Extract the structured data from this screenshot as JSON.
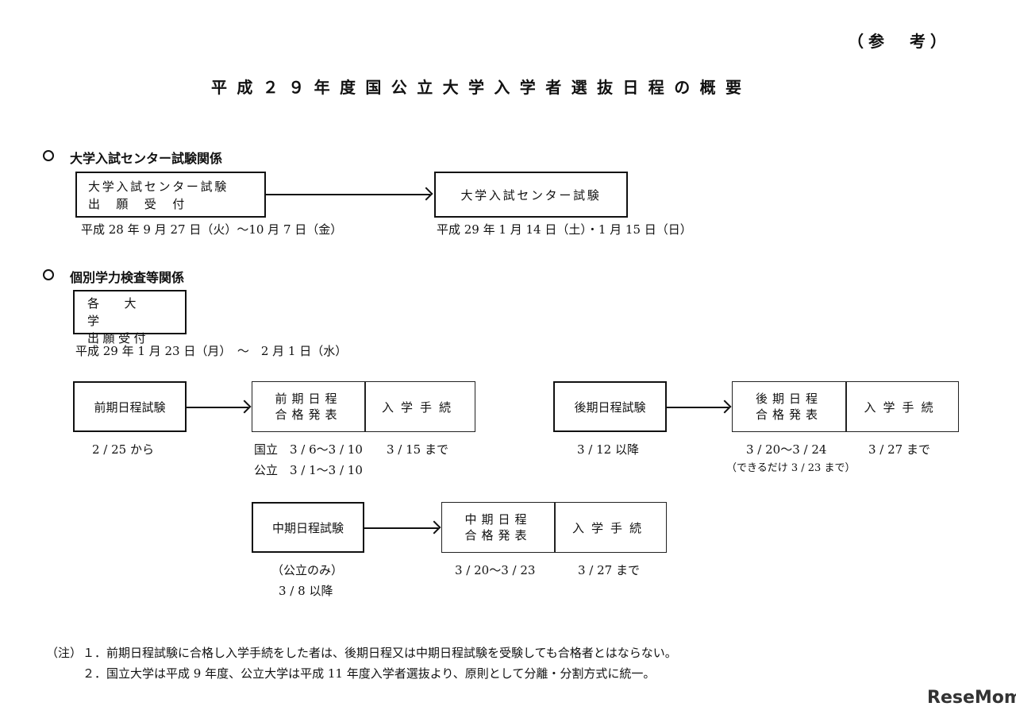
{
  "header": {
    "reference_tag": "（参　考）",
    "title": "平成２９年度国公立大学入学者選抜日程の概要"
  },
  "section1": {
    "heading": "大学入試センター試験関係",
    "application_box": {
      "line1": "大学入試センター試験",
      "line2": "出　願　受　付"
    },
    "application_date": "平成 28 年 9 月 27 日（火）～10 月 7 日（金）",
    "exam_box": {
      "label": "大学入試センター試験"
    },
    "exam_date": "平成 29 年 1 月 14 日（土）・1 月 15 日（日）"
  },
  "section2": {
    "heading": "個別学力検査等関係",
    "application_box": {
      "line1": "各　大　学",
      "line2": "出願受付"
    },
    "application_date": "平成 29 年 1 月 23 日（月）　～　2 月 1 日（水）",
    "early": {
      "exam_label": "前期日程試験",
      "exam_date": "2 / 25 から",
      "result_line1": "前期日程",
      "result_line2": "合格発表",
      "enroll_label": "入学手続",
      "result_date_national": "国立　3 / 6～3 / 10",
      "result_date_public": "公立　3 / 1～3 / 10",
      "enroll_date": "3 / 15 まで"
    },
    "late": {
      "exam_label": "後期日程試験",
      "exam_date": "3 / 12 以降",
      "result_line1": "後期日程",
      "result_line2": "合格発表",
      "enroll_label": "入学手続",
      "result_date": "3 / 20～3 / 24",
      "result_note": "（できるだけ 3 / 23 まで）",
      "enroll_date": "3 / 27 まで"
    },
    "middle": {
      "exam_label": "中期日程試験",
      "exam_note": "（公立のみ）",
      "exam_date": "3 / 8 以降",
      "result_line1": "中期日程",
      "result_line2": "合格発表",
      "enroll_label": "入学手続",
      "result_date": "3 / 20～3 / 23",
      "enroll_date": "3 / 27 まで"
    }
  },
  "notes": {
    "prefix": "（注）",
    "items": [
      "１．前期日程試験に合格し入学手続をした者は、後期日程又は中期日程試験を受験しても合格者とはならない。",
      "２．国立大学は平成 9 年度、公立大学は平成 11 年度入学者選抜より、原則として分離・分割方式に統一。"
    ]
  },
  "watermark": {
    "text": "ReseMom"
  }
}
